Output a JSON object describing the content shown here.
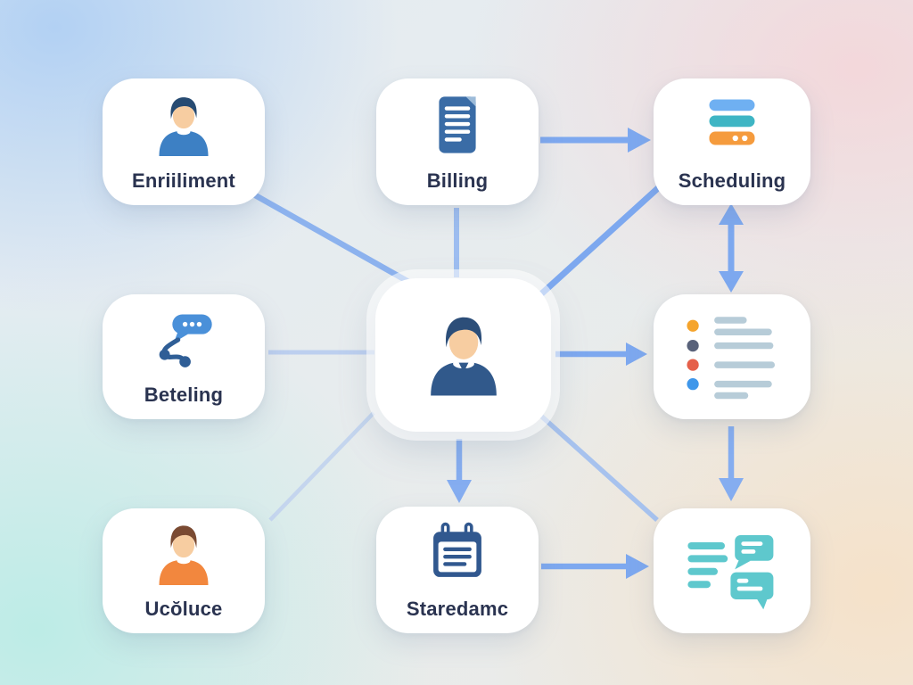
{
  "diagram": {
    "title": "",
    "nodes": [
      {
        "id": "enrollment",
        "label": "Enriiliment",
        "icon": "person-blue-icon"
      },
      {
        "id": "billing",
        "label": "Billing",
        "icon": "document-icon"
      },
      {
        "id": "scheduling",
        "label": "Scheduling",
        "icon": "stacked-bars-icon"
      },
      {
        "id": "beteling",
        "label": "Beteling",
        "icon": "chat-flow-icon"
      },
      {
        "id": "profile-center",
        "label": "",
        "icon": "person-navy-icon"
      },
      {
        "id": "task-list",
        "label": "",
        "icon": "bullet-list-icon"
      },
      {
        "id": "ucoluce",
        "label": "Ucŏluce",
        "icon": "person-orange-icon"
      },
      {
        "id": "staredamc",
        "label": "Staredamc",
        "icon": "calendar-icon"
      },
      {
        "id": "messages",
        "label": "",
        "icon": "chat-messages-icon"
      }
    ],
    "connectors": [
      {
        "from": "billing",
        "to": "scheduling",
        "type": "arrow",
        "direction": "right"
      },
      {
        "from": "enrollment",
        "to": "profile-center",
        "type": "line"
      },
      {
        "from": "billing",
        "to": "profile-center",
        "type": "line"
      },
      {
        "from": "profile-center",
        "to": "scheduling",
        "type": "line"
      },
      {
        "from": "scheduling",
        "to": "task-list",
        "type": "arrow",
        "direction": "both"
      },
      {
        "from": "beteling",
        "to": "profile-center",
        "type": "line"
      },
      {
        "from": "profile-center",
        "to": "task-list",
        "type": "arrow",
        "direction": "right"
      },
      {
        "from": "profile-center",
        "to": "staredamc",
        "type": "arrow",
        "direction": "down"
      },
      {
        "from": "profile-center",
        "to": "ucoluce",
        "type": "line"
      },
      {
        "from": "profile-center",
        "to": "messages",
        "type": "line"
      },
      {
        "from": "task-list",
        "to": "messages",
        "type": "arrow",
        "direction": "down"
      },
      {
        "from": "staredamc",
        "to": "messages",
        "type": "arrow",
        "direction": "right"
      }
    ],
    "colors": {
      "card": "#ffffff",
      "label": "#2a3350",
      "arrow": "#7da8ef",
      "faint_line": "#bccfef",
      "doc_blue": "#3a6ca6",
      "bar_blue": "#6fb0f2",
      "bar_teal": "#3eb5c4",
      "bar_orange": "#f59b3d",
      "bullet_orange": "#f5a42c",
      "bullet_slate": "#59627a",
      "bullet_red": "#e5604a",
      "bullet_blue": "#3f97ea",
      "list_line": "#b7ccd8",
      "calendar_blue": "#31588f",
      "chat_teal": "#5ec8cd",
      "skin": "#f7cda1",
      "hair_navy": "#274b72",
      "hair_brown": "#7a4a32",
      "shirt_blue": "#3d80c4",
      "shirt_navy": "#31598b",
      "shirt_orange": "#f2873e"
    }
  }
}
